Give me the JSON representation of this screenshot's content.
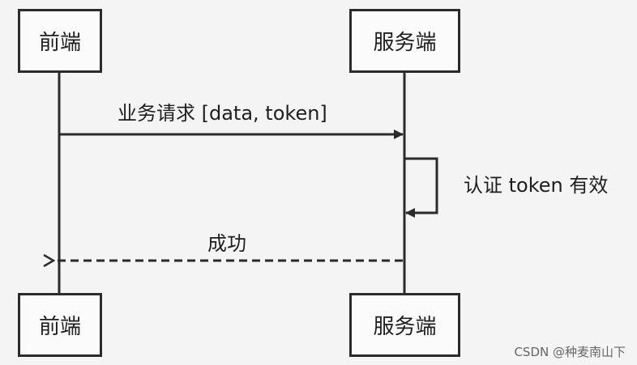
{
  "participants": {
    "frontend": "前端",
    "server": "服务端"
  },
  "messages": {
    "request": "业务请求 [data, token]",
    "verify": "认证 token 有效",
    "success": "成功"
  },
  "watermark": "CSDN @种麦南山下",
  "colors": {
    "line": "#2b2b2b",
    "background": "#f4f4f4",
    "box_fill": "#fbfbfb"
  }
}
